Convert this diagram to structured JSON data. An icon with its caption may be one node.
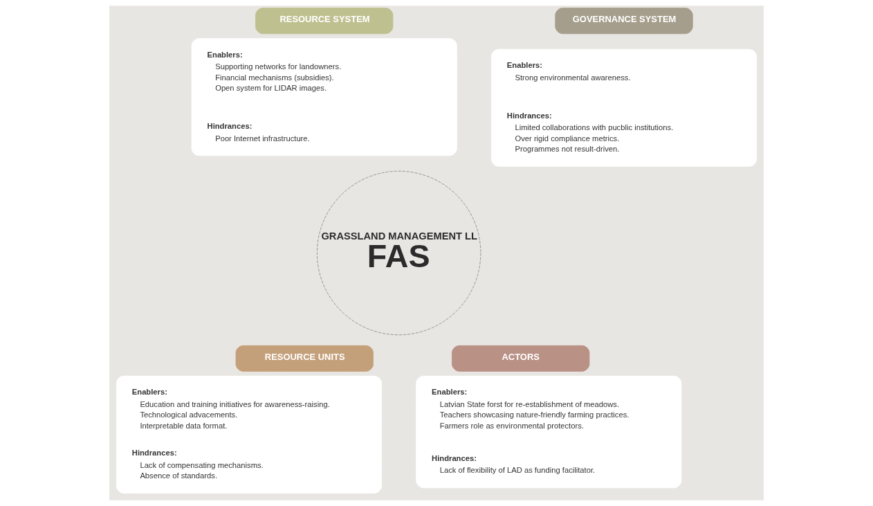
{
  "diagram": {
    "nodes": [
      {
        "text": [
          "RESOURCE SYSTEM"
        ]
      },
      {
        "text": [
          "GOVERNANCE SYSTEM"
        ]
      },
      {
        "text": [],
        "shape": "box"
      },
      {
        "text": [
          "Enablers:",
          "Supporting networks for landowners.",
          "Financial mechanisms (subsidies).",
          "Open system for LIDAR images."
        ],
        "in": 2
      },
      {
        "text": [
          "Hindrances:",
          "Poor Internet infrastructure."
        ],
        "in": 2
      },
      {
        "text": [],
        "shape": "box"
      },
      {
        "text": [
          "Enablers:",
          "Strong environmental awareness."
        ],
        "in": 5
      },
      {
        "text": [
          "Hindrances:",
          "Limited collaborations with pucblic institutions.",
          "Over rigid compliance metrics.",
          "Programmes not result-driven."
        ],
        "in": 5
      },
      {
        "text": [
          "GRASSLAND MANAGEMENT LL",
          "FAS"
        ]
      },
      {
        "text": [
          "RESOURCE UNITS"
        ]
      },
      {
        "text": [
          "ACTORS"
        ]
      },
      {
        "text": [],
        "shape": "box"
      },
      {
        "text": [
          "Enablers:",
          "Education and training initiatives for awareness-raising.",
          "Technological advacements.",
          "Interpretable data format."
        ],
        "in": 11
      },
      {
        "text": [
          "Hindrances:",
          "Lack of compensating mechanisms.",
          "Absence of standards."
        ],
        "in": 11
      },
      {
        "text": [],
        "shape": "box"
      },
      {
        "text": [
          "Enablers:",
          "Latvian State forst for re-establishment of meadows.",
          "Teachers showcasing nature-friendly farming practices.",
          "Farmers role as environmental protectors."
        ],
        "in": 14
      },
      {
        "text": [
          "Hindrances:",
          "Lack of flexibility of LAD as funding facilitator."
        ],
        "in": 14
      }
    ]
  }
}
